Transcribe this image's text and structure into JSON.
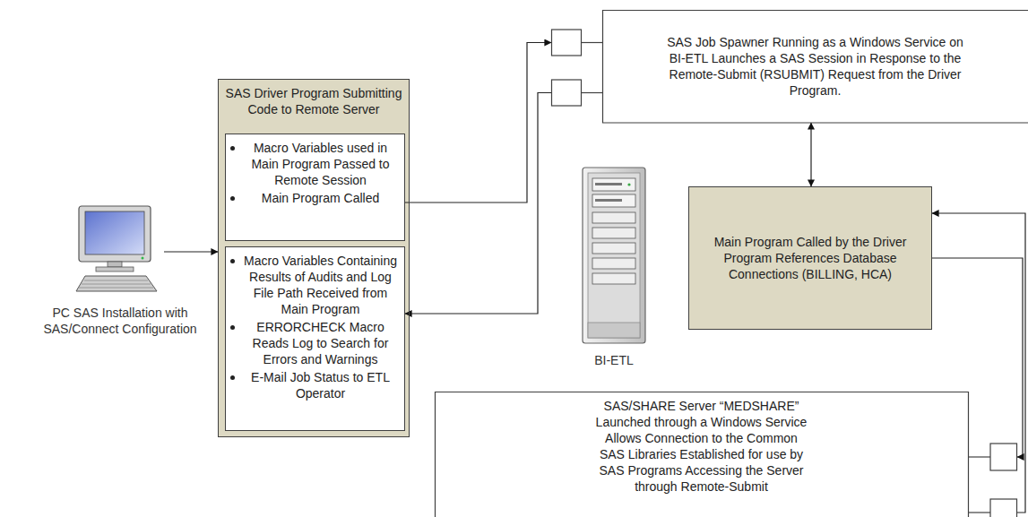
{
  "diagram": {
    "nodes": [
      {
        "text": [
          "PC SAS Installation with SAS/Connect Configuration"
        ]
      },
      {
        "text": [
          "SAS Driver Program Submitting Code to Remote Server"
        ]
      },
      {
        "text": [
          "Macro Variables used in Main Program Passed to Remote Session",
          "Main Program Called"
        ],
        "in": 1
      },
      {
        "text": [
          "Macro Variables Containing Results of Audits and Log File Path Received from Main Program",
          "ERRORCHECK Macro Reads Log to Search for Errors and Warnings",
          "E-Mail Job Status to ETL Operator"
        ],
        "in": 1
      },
      {
        "text": [
          "SAS Job Spawner Running as a Windows Service on BI-ETL Launches a SAS Session in Response to the Remote-Submit (RSUBMIT) Request from the Driver Program."
        ]
      },
      {
        "text": [
          "Main Program Called by the Driver Program References Database Connections (BILLING, HCA)"
        ]
      },
      {
        "text": [
          "SAS/SHARE Server “MEDSHARE” Launched through a Windows Service Allows Connection to the Common SAS Libraries Established for use by SAS Programs Accessing the Server through Remote-Submit"
        ]
      }
    ],
    "edges": [
      {
        "from": 0,
        "to": 1,
        "arrow": "to"
      },
      {
        "from": 2,
        "to": 4,
        "arrow": "to"
      },
      {
        "from": 4,
        "to": 3,
        "arrow": "to"
      },
      {
        "from": 4,
        "to": 5,
        "arrow": "both"
      },
      {
        "from": 5,
        "to": 6,
        "arrow": "to"
      },
      {
        "from": 6,
        "to": 5,
        "arrow": "to"
      }
    ],
    "labels": [
      "BI-ETL"
    ]
  }
}
